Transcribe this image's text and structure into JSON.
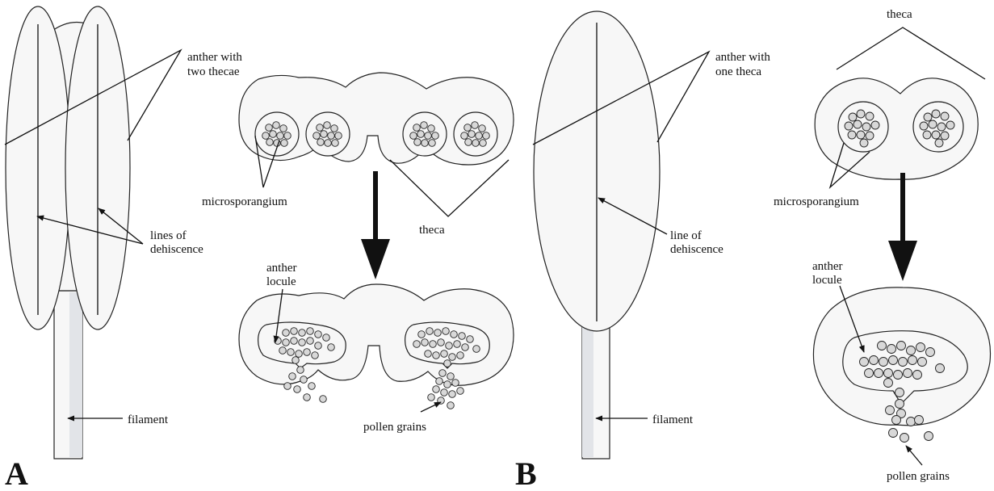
{
  "panel_a": {
    "letter": "A",
    "labels": {
      "anther_line1": "anther with",
      "anther_line2": "two thecae",
      "dehiscence_line1": "lines of",
      "dehiscence_line2": "dehiscence",
      "filament": "filament",
      "microsporangium": "microsporangium",
      "theca": "theca",
      "locule_line1": "anther",
      "locule_line2": "locule",
      "pollen": "pollen grains"
    }
  },
  "panel_b": {
    "letter": "B",
    "labels": {
      "anther_line1": "anther with",
      "anther_line2": "one theca",
      "dehiscence_line1": "line of",
      "dehiscence_line2": "dehiscence",
      "filament": "filament",
      "theca": "theca",
      "microsporangium": "microsporangium",
      "locule_line1": "anther",
      "locule_line2": "locule",
      "pollen": "pollen grains"
    }
  }
}
